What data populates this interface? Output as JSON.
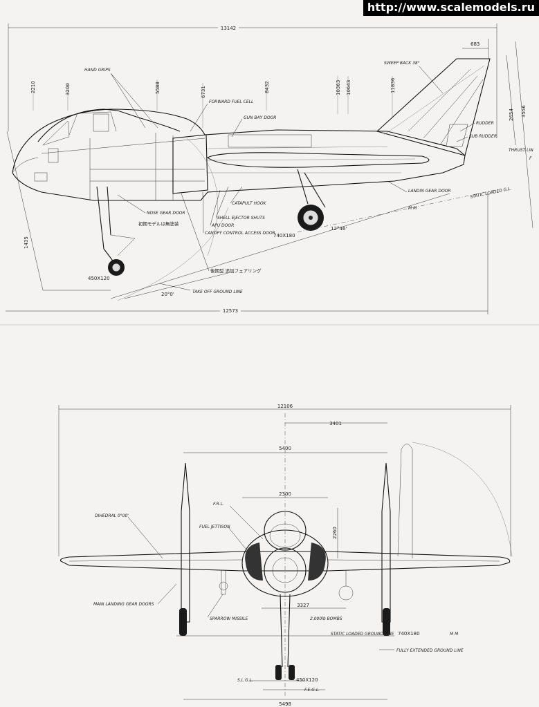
{
  "watermark": "http://www.scalemodels.ru",
  "side_view": {
    "dimensions": {
      "overall_length": "13142",
      "length_lower": "12573",
      "fin_tip": "683",
      "sta_1": "2210",
      "sta_2": "3200",
      "sta_3": "5588",
      "sta_4": "6731",
      "sta_5": "8432",
      "sta_6": "10363",
      "sta_7": "10643",
      "sta_8": "11836",
      "fin_height": "2654",
      "overall_height": "3556",
      "nose_gear_height": "1435",
      "nose_tyre": "450X120",
      "main_tyre": "740X180",
      "rotation_angle": "20°0'",
      "tail_angle": "12°46'"
    },
    "labels": {
      "hand_grips": "HAND GRIPS",
      "forward_fuel_cell": "FORWARD FUEL CELL",
      "gun_bay_door": "GUN BAY DOOR",
      "sweep_back": "SWEEP BACK 38°",
      "rudder": "RUDDER",
      "sub_rudder": "SUB RUDDER",
      "thrust_line": "THRUST LIN",
      "fr_cut": "F",
      "static_loaded": "STATIC LOADED G.L.",
      "landing_gear_door": "LANDIN GEAR DOOR",
      "mm": "M  M",
      "nose_gear_door": "NOSE GEAR DOOR",
      "catapult_hook": "CATAPULT HOOK",
      "shell_ejector": "SHELL EJECTOR SHUTS",
      "apu_door": "APU DOOR",
      "canopy_access": "CANOPY CONTROL ACCESS DOOR",
      "jp_note_1": "初期モデルは無塗装",
      "jp_note_2": "後期型 追加フェアリング",
      "takeoff_line": "TAKE OFF GROUND LINE"
    }
  },
  "front_view": {
    "dimensions": {
      "span": "12106",
      "half_span": "3401",
      "tank_span": "5400",
      "fuselage_width": "2300",
      "intake_height": "2260",
      "track": "3327",
      "bottom_track": "5498",
      "nose_tyre": "450X120",
      "main_tyre": "740X180"
    },
    "labels": {
      "dihedral": "DIHEDRAL 0°00'",
      "frl": "F.R.L.",
      "fuel_jettison": "FUEL JETTISON",
      "main_gear_doors": "MAIN LANDING GEAR DOORS",
      "sparrow": "SPARROW MISSILE",
      "bombs": "2,000lb BOMBS",
      "static_ground": "STATIC LOADED GROUND LINE",
      "mm": "M  M",
      "extended_ground": "FULLY EXTENDED GROUND LINE",
      "slgl": "S.L.G.L.",
      "fegl": "F.E.G.L."
    }
  }
}
